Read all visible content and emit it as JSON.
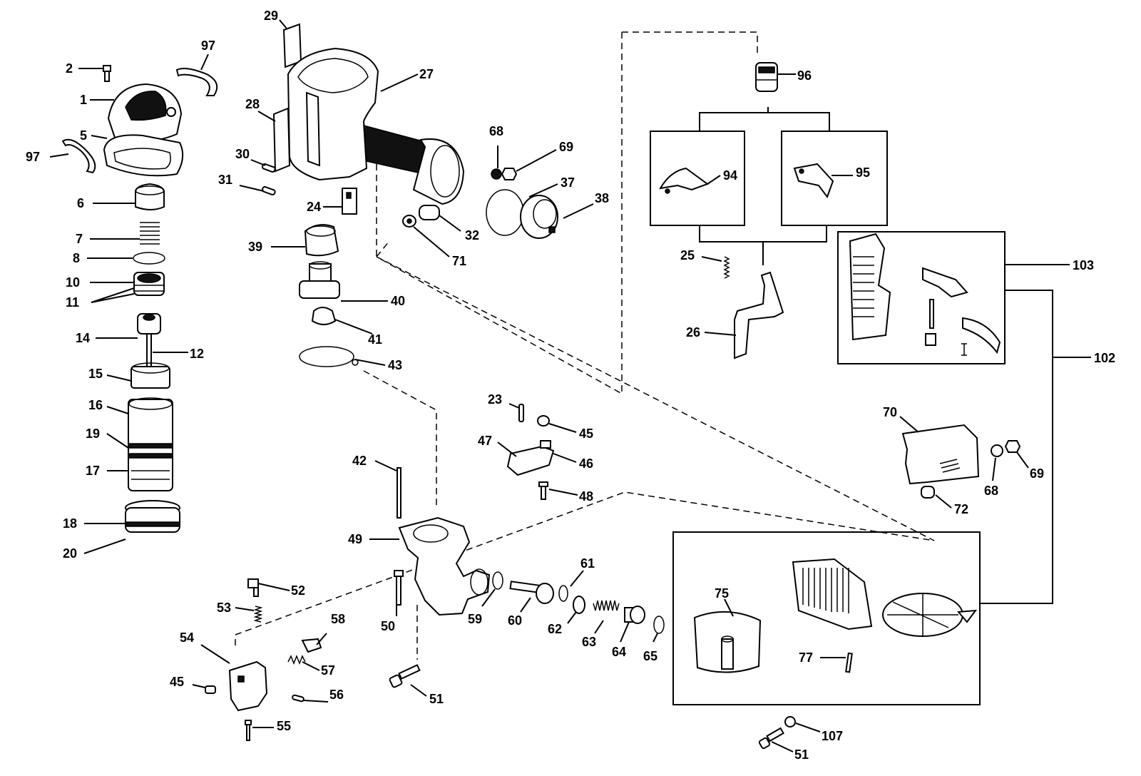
{
  "callouts": [
    {
      "id": "c29",
      "text": "29"
    },
    {
      "id": "c2",
      "text": "2"
    },
    {
      "id": "c97a",
      "text": "97"
    },
    {
      "id": "c1",
      "text": "1"
    },
    {
      "id": "c5",
      "text": "5"
    },
    {
      "id": "c97b",
      "text": "97"
    },
    {
      "id": "c27",
      "text": "27"
    },
    {
      "id": "c28",
      "text": "28"
    },
    {
      "id": "c30",
      "text": "30"
    },
    {
      "id": "c31",
      "text": "31"
    },
    {
      "id": "c6",
      "text": "6"
    },
    {
      "id": "c24",
      "text": "24"
    },
    {
      "id": "c68a",
      "text": "68"
    },
    {
      "id": "c69a",
      "text": "69"
    },
    {
      "id": "c37",
      "text": "37"
    },
    {
      "id": "c38",
      "text": "38"
    },
    {
      "id": "c32",
      "text": "32"
    },
    {
      "id": "c71",
      "text": "71"
    },
    {
      "id": "c7",
      "text": "7"
    },
    {
      "id": "c39",
      "text": "39"
    },
    {
      "id": "c8",
      "text": "8"
    },
    {
      "id": "c10",
      "text": "10"
    },
    {
      "id": "c11",
      "text": "11"
    },
    {
      "id": "c40",
      "text": "40"
    },
    {
      "id": "c14",
      "text": "14"
    },
    {
      "id": "c41",
      "text": "41"
    },
    {
      "id": "c12",
      "text": "12"
    },
    {
      "id": "c43",
      "text": "43"
    },
    {
      "id": "c15",
      "text": "15"
    },
    {
      "id": "c16",
      "text": "16"
    },
    {
      "id": "c19",
      "text": "19"
    },
    {
      "id": "c17",
      "text": "17"
    },
    {
      "id": "c18",
      "text": "18"
    },
    {
      "id": "c20",
      "text": "20"
    },
    {
      "id": "c23",
      "text": "23"
    },
    {
      "id": "c45a",
      "text": "45"
    },
    {
      "id": "c47",
      "text": "47"
    },
    {
      "id": "c46",
      "text": "46"
    },
    {
      "id": "c48",
      "text": "48"
    },
    {
      "id": "c42",
      "text": "42"
    },
    {
      "id": "c49",
      "text": "49"
    },
    {
      "id": "c52",
      "text": "52"
    },
    {
      "id": "c53",
      "text": "53"
    },
    {
      "id": "c50",
      "text": "50"
    },
    {
      "id": "c59",
      "text": "59"
    },
    {
      "id": "c60",
      "text": "60"
    },
    {
      "id": "c61",
      "text": "61"
    },
    {
      "id": "c62",
      "text": "62"
    },
    {
      "id": "c63",
      "text": "63"
    },
    {
      "id": "c64",
      "text": "64"
    },
    {
      "id": "c65",
      "text": "65"
    },
    {
      "id": "c58",
      "text": "58"
    },
    {
      "id": "c54",
      "text": "54"
    },
    {
      "id": "c57",
      "text": "57"
    },
    {
      "id": "c45b",
      "text": "45"
    },
    {
      "id": "c56",
      "text": "56"
    },
    {
      "id": "c51a",
      "text": "51"
    },
    {
      "id": "c55",
      "text": "55"
    },
    {
      "id": "c96",
      "text": "96"
    },
    {
      "id": "c94",
      "text": "94"
    },
    {
      "id": "c95",
      "text": "95"
    },
    {
      "id": "c25",
      "text": "25"
    },
    {
      "id": "c26",
      "text": "26"
    },
    {
      "id": "c103",
      "text": "103"
    },
    {
      "id": "c102",
      "text": "102"
    },
    {
      "id": "c70",
      "text": "70"
    },
    {
      "id": "c68b",
      "text": "68"
    },
    {
      "id": "c69b",
      "text": "69"
    },
    {
      "id": "c72",
      "text": "72"
    },
    {
      "id": "c75",
      "text": "75"
    },
    {
      "id": "c77",
      "text": "77"
    },
    {
      "id": "c107",
      "text": "107"
    },
    {
      "id": "c51b",
      "text": "51"
    }
  ]
}
